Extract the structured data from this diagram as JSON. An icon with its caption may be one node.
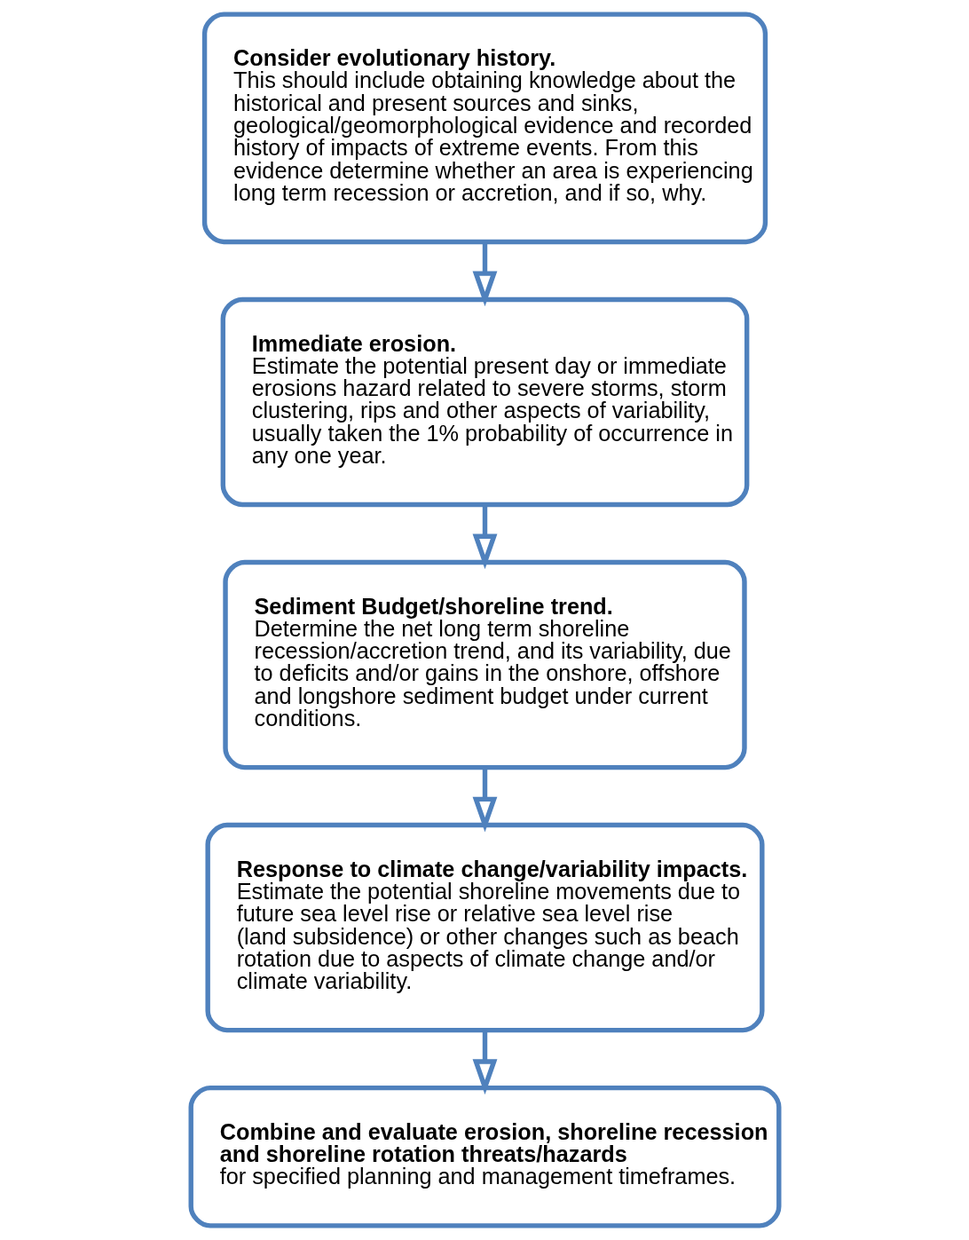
{
  "diagram": {
    "nodes": [
      {
        "text": [
          "**Consider evolutionary history**. This should include obtaining knowledge about the historical and present sources and sinks, geological/geomorphological evidence and recorded history of impacts of extreme events. From this evidence determine whether an area is experiencing long term recession or accretion, and if so, why."
        ]
      },
      {
        "text": [
          "**Immediate erosion.** Estimate the potential present day or immediate erosions hazard related to severe storms, storm clustering, rips and other aspects of variability, usually taken the 1% probability of occurrence in any one year."
        ]
      },
      {
        "text": [
          "**Sediment Budget/shoreline trend.** Determine the net long term shoreline recession/accretion trend, and its variability, due to deficits and/or gains in the onshore, offshore and longshore sediment budget under current conditions."
        ]
      },
      {
        "text": [
          "**Response to climate change/variability impacts.** Estimate the potential shoreline movements due to future sea level rise or relative sea level rise (land subsidence) or other changes such as beach rotation due to aspects of climate change and/or climate variability."
        ]
      },
      {
        "text": [
          "**Combine and evaluate erosion, shoreline recession and shoreline rotation threats/hazards** for specified planning and management timeframes."
        ]
      }
    ],
    "edges": [
      {
        "from": 0,
        "to": 1,
        "arrow": "to"
      },
      {
        "from": 1,
        "to": 2,
        "arrow": "to"
      },
      {
        "from": 2,
        "to": 3,
        "arrow": "to"
      },
      {
        "from": 3,
        "to": 4,
        "arrow": "to"
      }
    ]
  }
}
